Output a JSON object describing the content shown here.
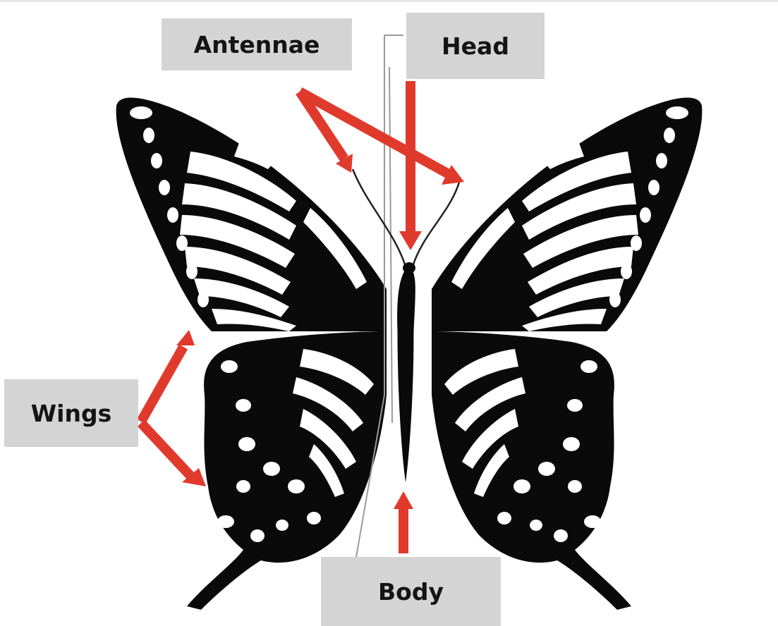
{
  "labels": {
    "antennae": "Antennae",
    "head": "Head",
    "wings": "Wings",
    "body": "Body"
  },
  "colors": {
    "arrow": "#e03a2c",
    "label_box": "#d4d4d4",
    "wing_ink": "#0a0a0a",
    "wing_fill": "#ffffff",
    "guide_line": "#9a9a9a"
  }
}
